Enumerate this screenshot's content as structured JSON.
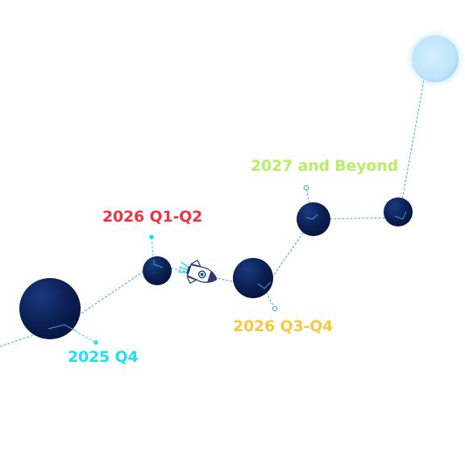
{
  "milestones": [
    {
      "id": "2025q4",
      "label": "2025 Q4",
      "color": "#1fe0f2"
    },
    {
      "id": "2026q1",
      "label": "2026 Q1-Q2",
      "color": "#ef3340"
    },
    {
      "id": "2026q3",
      "label": "2026 Q3-Q4",
      "color": "#f5c842"
    },
    {
      "id": "2027",
      "label": "2027 and Beyond",
      "color": "#b7ee6a"
    }
  ],
  "colors": {
    "planet": "#0b1f52",
    "path": "#3ba5d6",
    "destination": "#bfe6fb"
  },
  "icons": {
    "rocket": "rocket-icon",
    "destination": "destination-planet-icon"
  }
}
